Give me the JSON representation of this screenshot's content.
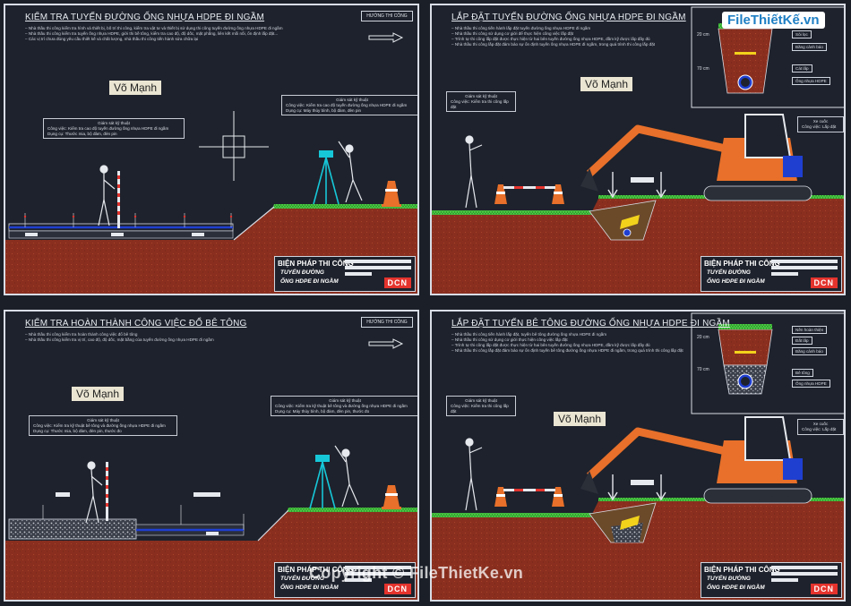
{
  "site_logo": "FileThiếtKế.vn",
  "watermark": "Copyright © FileThietKe.vn",
  "author_tag": "Võ Mạnh",
  "panels": {
    "p1": {
      "title": "KIỂM TRA TUYẾN ĐƯỜNG ỐNG NHỰA HDPE ĐI NGẦM",
      "notes": [
        "Nhà thầu thi công kiểm tra hình và thiết bị, bố trí thi công, kiểm tra vật tư và thiết bị sử dụng thi công tuyến đường ống nhựa HDPE đi ngầm",
        "Nhà thầu thi công kiểm tra tuyến ống nhựa HDPE, giới thi bề tông, kiểm tra cao độ, độ dốc, mặt phẳng, liên kết mối nối, ổn định lắp đặt...",
        "Các vị trí chưa đúng yêu cầu thiết kế và chất lượng, nhà thầu thi công tiến hành sửa chữa lại"
      ],
      "direction": "HƯỚNG THI CÔNG",
      "callout_left": {
        "h": "Giám sát kỹ thuật",
        "l1": "Công việc: Kiểm tra cao độ tuyến đường ống nhựa HDPE đi ngầm",
        "l2": "Dụng cụ: Thước mia, bộ đàm, đèn pin"
      },
      "callout_right": {
        "h": "Giám sát kỹ thuật",
        "l1": "Công việc: Kiểm tra cao độ tuyến đường ống nhựa HDPE đi ngầm",
        "l2": "Dụng cụ: Máy thủy bình, bộ đàm, đèn pin"
      }
    },
    "p2": {
      "title": "LẮP ĐẶT TUYẾN ĐƯỜNG ỐNG NHỰA HDPE ĐI NGẦM",
      "notes": [
        "Nhà thầu thi công tiến hành lắp đặt tuyến đường ống nhựa HDPE đi ngầm",
        "Nhà thầu thi công sử dụng cơ giới để thực hiện công việc lắp đặt",
        "Trình tự thi công lắp đặt được thực hiện từ hai bên tuyến đường ống nhựa HDPE, đầm kỹ được lấp đầy đủ",
        "Nhà thầu thi công lắp đặt đảm bảo sự ổn định tuyến ống nhựa HDPE đi ngầm, trong quá trình thi công lắp đặt"
      ],
      "callout_left": {
        "h": "Giám sát kỹ thuật",
        "l1": "Công việc: Kiểm tra thi công lắp đặt"
      },
      "callout_right": {
        "h": "Xe cuốc",
        "l1": "Công việc: Lắp đặt"
      },
      "legend": [
        "Sỏi lọc",
        "Băng cảnh báo",
        "Cát lấp",
        "Ống nhựa HDPE"
      ],
      "dims": [
        "20 cm",
        "70 cm"
      ]
    },
    "p3": {
      "title": "KIỂM TRA HOÀN THÀNH CÔNG VIỆC ĐỔ BÊ TÔNG",
      "notes": [
        "Nhà thầu thi công kiểm tra hoàn thành công việc đổ bê tông",
        "Nhà thầu thi công kiểm tra vị trí, cao độ, độ dốc, mặt bằng của tuyến đường ống nhựa HDPE đi ngầm"
      ],
      "direction": "HƯỚNG THI CÔNG",
      "callout_left": {
        "h": "Giám sát kỹ thuật",
        "l1": "Công việc: Kiểm tra kỹ thuật bê tông và đường ống nhựa HDPE đi ngầm",
        "l2": "Dụng cụ: Thước mia, bộ đàm, đèn pin, thước đo"
      },
      "callout_right": {
        "h": "Giám sát kỹ thuật",
        "l1": "Công việc: Kiểm tra kỹ thuật bê tông và đường ống nhựa HDPE đi ngầm",
        "l2": "Dụng cụ: Máy thủy bình, bộ đàm, đèn pin, thước đo"
      }
    },
    "p4": {
      "title": "LẮP ĐẶT TUYẾN BÊ TÔNG ĐƯỜNG ỐNG NHỰA HDPE ĐI NGẦM",
      "notes": [
        "Nhà thầu thi công tiến hành lắp đặt, tuyến bê tông đường ống nhựa HDPE đi ngầm",
        "Nhà thầu thi công sử dụng cơ giới thực hiện công việc lắp đặt",
        "Trình tự thi công lắp đặt được thực hiện từ hai bên tuyến đường ống nhựa HDPE, đầm kỹ được lấp đầy đủ",
        "Nhà thầu thi công lắp đặt đảm bảo sự ổn định tuyến bê tông đường ống nhựa HDPE đi ngầm, trong quá trình thi công lắp đặt"
      ],
      "callout_left": {
        "h": "Giám sát kỹ thuật",
        "l1": "Công việc: Kiểm tra thi công lắp đặt"
      },
      "callout_right": {
        "h": "Xe cuốc",
        "l1": "Công việc: Lắp đặt"
      },
      "legend": [
        "Nền hoàn thiện",
        "Đất lấp",
        "Băng cảnh báo",
        "Bê tông",
        "Ống nhựa HDPE"
      ],
      "dims": [
        "20 cm",
        "70 cm"
      ]
    }
  },
  "title_block": {
    "line1": "BIỆN PHÁP THI CÔNG",
    "line2": "TUYẾN ĐƯỜNG",
    "line3": "ỐNG HDPE ĐI NGẦM",
    "logo": "DCN"
  },
  "colors": {
    "soil": "#8a2f1f",
    "excavator": "#e8702a",
    "grass": "#3fbf3a",
    "pipe_blue": "#1f3fd1",
    "frame": "#d8dde6"
  }
}
